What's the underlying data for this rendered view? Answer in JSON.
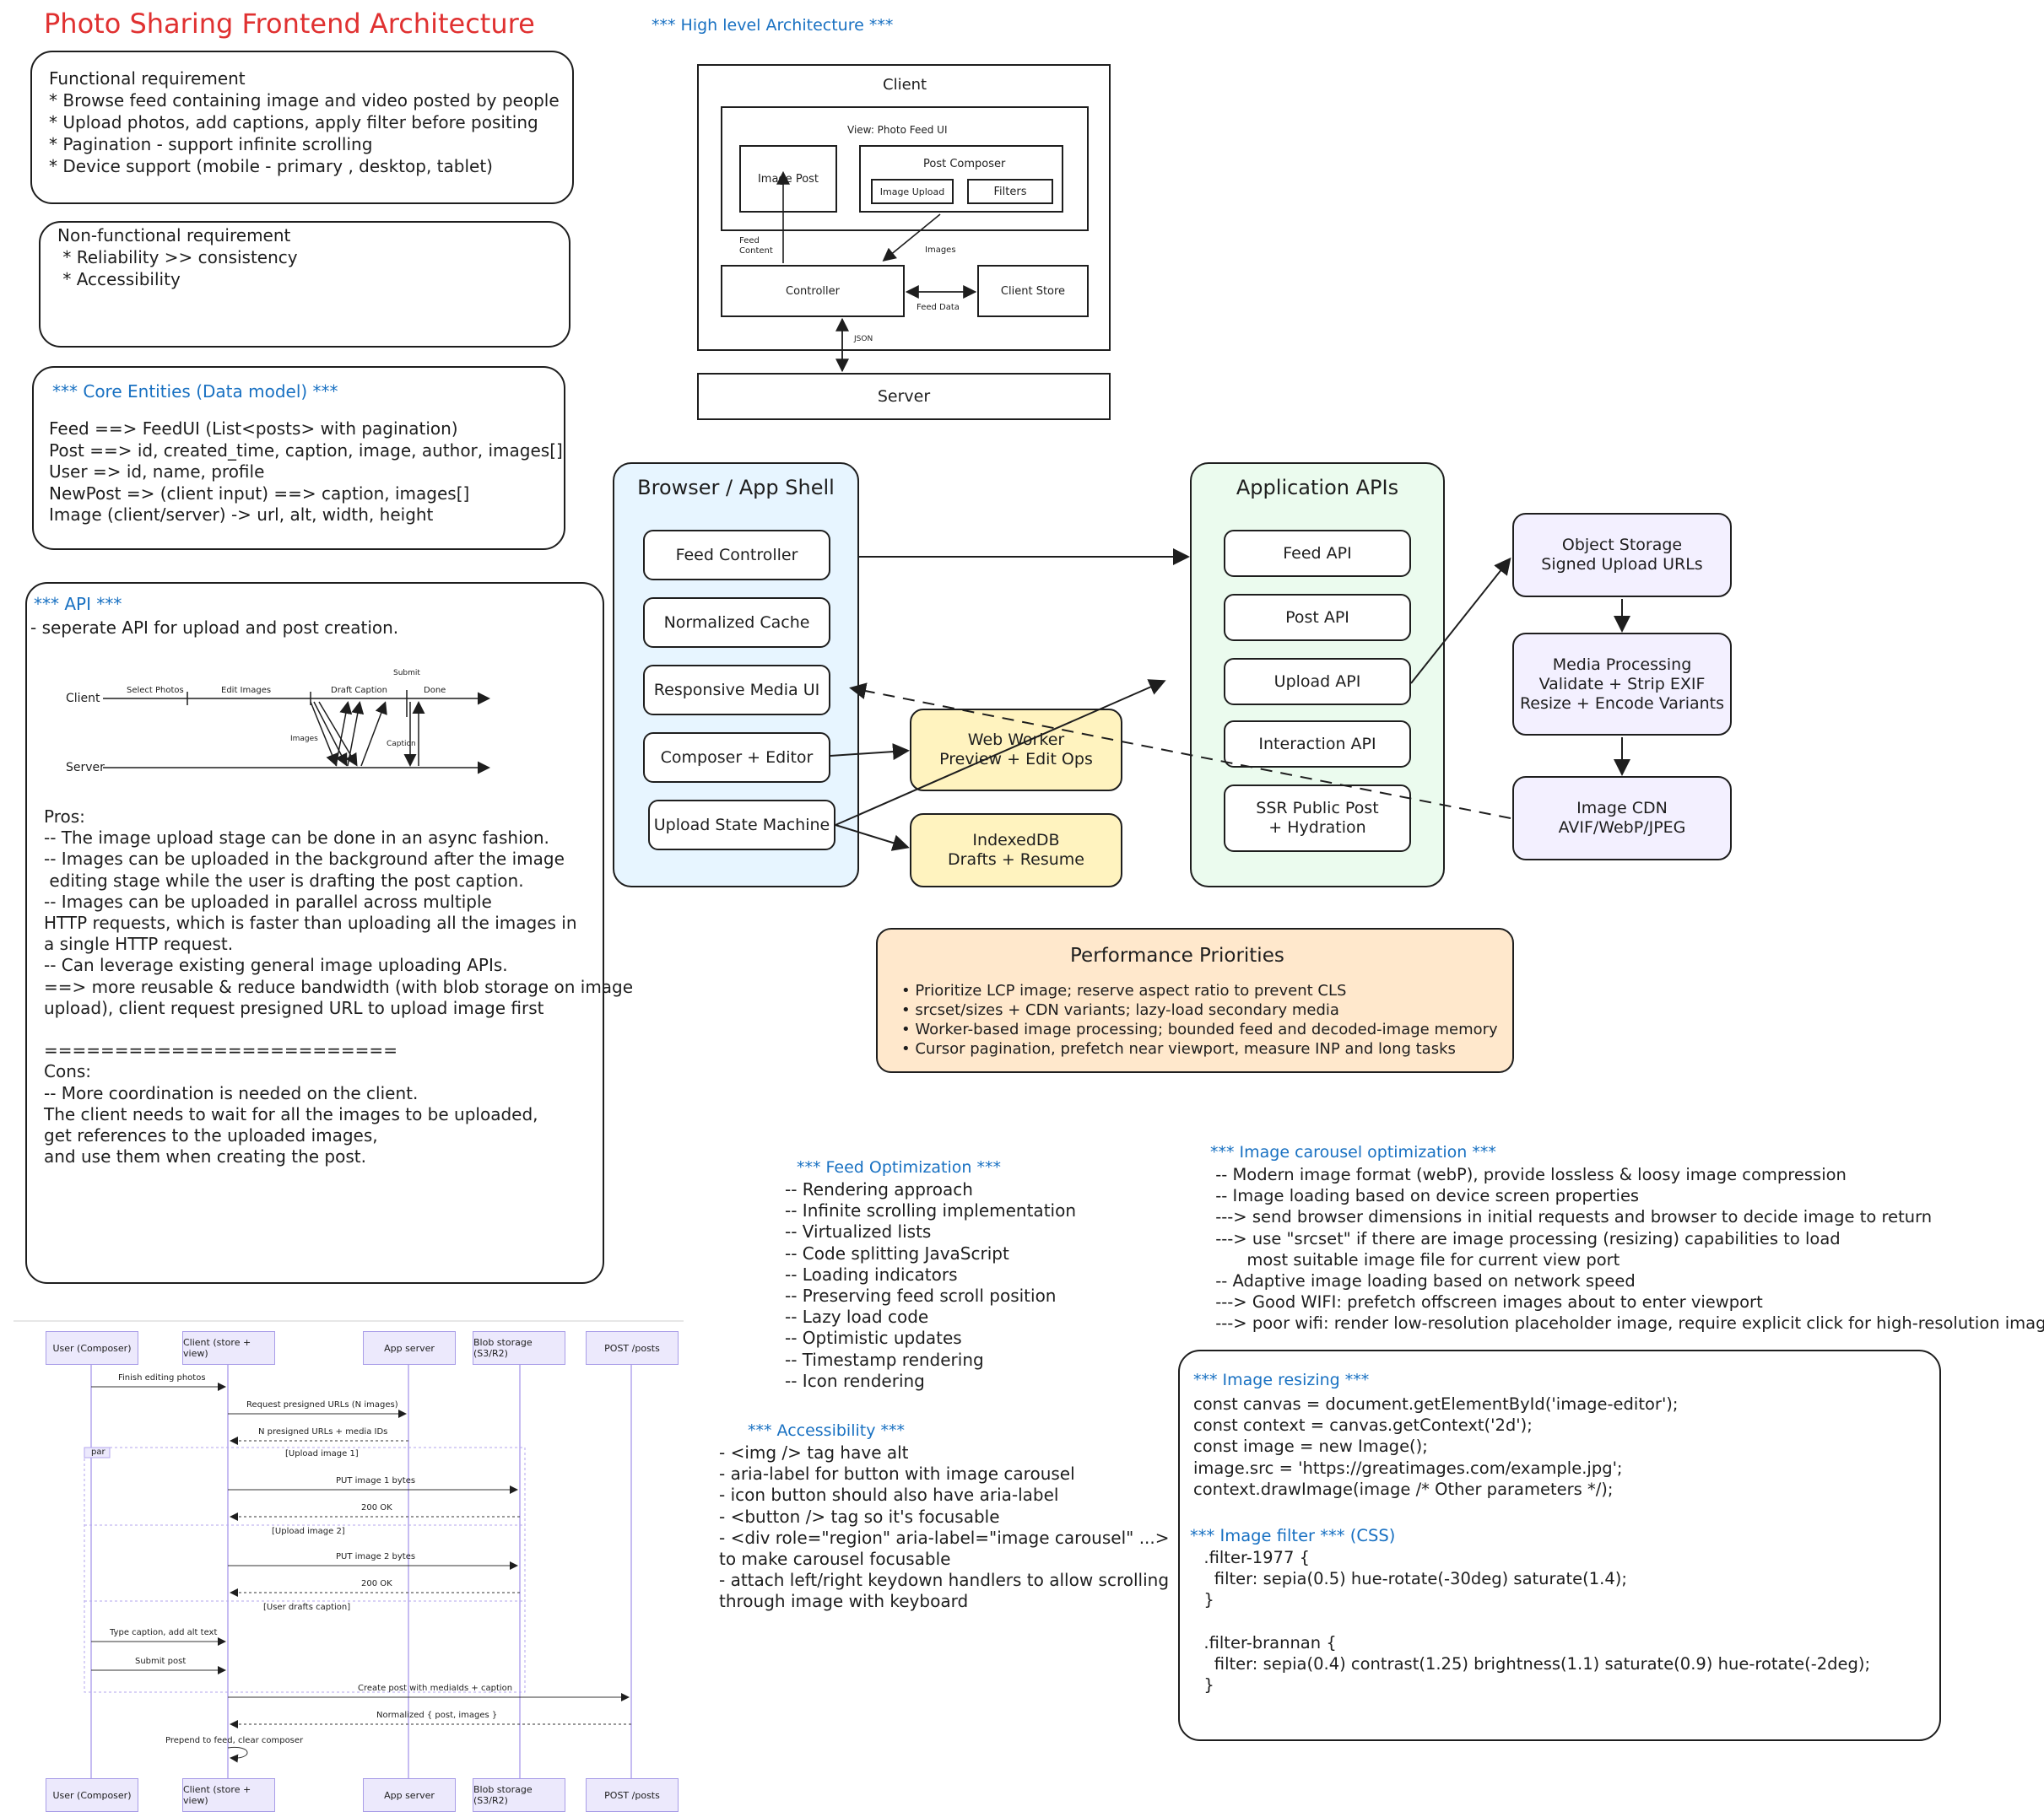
{
  "title": "Photo Sharing Frontend Architecture",
  "functional": {
    "lines": [
      "Functional requirement",
      "* Browse feed containing image and video posted by people",
      "* Upload photos, add captions, apply filter before positing",
      "* Pagination - support infinite scrolling",
      "* Device support (mobile - primary , desktop, tablet)"
    ]
  },
  "nonfunctional": {
    "lines": [
      "Non-functional requirement",
      " * Reliability >> consistency",
      " * Accessibility"
    ]
  },
  "entities": {
    "heading": "*** Core Entities (Data model) ***",
    "lines": [
      "Feed ==> FeedUI (List<posts> with pagination)",
      "Post ==> id, created_time, caption, image, author, images[]",
      "User => id, name, profile",
      "NewPost => (client input) ==> caption, images[]",
      "Image (client/server) -> url, alt, width, height"
    ]
  },
  "api": {
    "heading": "*** API ***",
    "subtitle": "- seperate API for upload and post creation.",
    "timeline": {
      "client": "Client",
      "server": "Server",
      "select": "Select Photos",
      "edit": "Edit Images",
      "draft": "Draft Caption",
      "submit": "Submit",
      "done": "Done",
      "images": "Images",
      "caption": "Caption"
    },
    "pros": [
      "Pros:",
      "-- The image upload stage can be done in an async fashion.",
      "-- Images can be uploaded in the background after the image",
      " editing stage while the user is drafting the post caption.",
      "-- Images can be uploaded in parallel across multiple",
      "HTTP requests, which is faster than uploading all the images in",
      "a single HTTP request.",
      "-- Can leverage existing general image uploading APIs.",
      "==> more reusable & reduce bandwidth (with blob storage on image",
      "upload), client request presigned URL to upload image first",
      "",
      "=========================",
      "Cons:",
      "-- More coordination is needed on the client.",
      "The client needs to wait for all the images to be uploaded,",
      "get references to the uploaded images,",
      "and use them when creating the post."
    ]
  },
  "high_level": {
    "heading": "*** High level Architecture ***",
    "client": "Client",
    "view": "View: Photo Feed UI",
    "image_post": "Image Post",
    "post_composer": "Post Composer",
    "image_upload": "Image Upload",
    "filters": "Filters",
    "feed_content": "Feed\nContent",
    "images": "Images",
    "controller": "Controller",
    "feed_data": "Feed Data",
    "client_store": "Client Store",
    "json": "JSON",
    "server": "Server"
  },
  "arch": {
    "shell_title": "Browser / App Shell",
    "shell_items": [
      "Feed Controller",
      "Normalized Cache",
      "Responsive Media UI",
      "Composer + Editor",
      "Upload State Machine"
    ],
    "worker": "Web Worker\nPreview + Edit Ops",
    "indexeddb": "IndexedDB\nDrafts + Resume",
    "apis_title": "Application APIs",
    "api_items": [
      "Feed API",
      "Post API",
      "Upload API",
      "Interaction API",
      "SSR Public Post\n+ Hydration"
    ],
    "object_storage": "Object Storage\nSigned Upload URLs",
    "media_processing": "Media Processing\nValidate + Strip EXIF\nResize + Encode Variants",
    "cdn": "Image CDN\nAVIF/WebP/JPEG"
  },
  "performance": {
    "title": "Performance Priorities",
    "items": [
      "• Prioritize LCP image; reserve aspect ratio to prevent CLS",
      "• srcset/sizes + CDN variants; lazy-load secondary media",
      "• Worker-based image processing; bounded feed and decoded-image memory",
      "• Cursor pagination, prefetch near viewport, measure INP and long tasks"
    ]
  },
  "feed_opt": {
    "heading": "*** Feed Optimization ***",
    "lines": [
      "-- Rendering approach",
      "-- Infinite scrolling implementation",
      "-- Virtualized lists",
      "-- Code splitting JavaScript",
      "-- Loading indicators",
      "-- Preserving feed scroll position",
      "-- Lazy load code",
      "-- Optimistic updates",
      "-- Timestamp rendering",
      "-- Icon rendering"
    ]
  },
  "accessibility": {
    "heading": "*** Accessibility ***",
    "lines": [
      "- <img /> tag have alt",
      "- aria-label for button with image carousel",
      "- icon button should also have aria-label",
      "- <button /> tag so it's focusable",
      "- <div role=\"region\" aria-label=\"image carousel\" ...>",
      "to make carousel focusable",
      "- attach left/right keydown handlers to allow scrolling",
      "through image with keyboard"
    ]
  },
  "carousel": {
    "heading": "*** Image carousel optimization ***",
    "lines": [
      " -- Modern image format (webP), provide lossless & loosy image compression",
      " -- Image loading based on device screen properties",
      " ---> send browser dimensions in initial requests and browser to decide image to return",
      " ---> use \"srcset\" if there are image processing (resizing) capabilities to load",
      "       most suitable image file for current view port",
      " -- Adaptive image loading based on network speed",
      " ---> Good WIFI: prefetch offscreen images about to enter viewport",
      " ---> poor wifi: render low-resolution placeholder image, require explicit click for high-resolution images"
    ]
  },
  "resizing": {
    "heading": "*** Image resizing ***",
    "code": [
      "const canvas = document.getElementById('image-editor');",
      "const context = canvas.getContext('2d');",
      "const image = new Image();",
      "image.src = 'https://greatimages.com/example.jpg';",
      "context.drawImage(image /* Other parameters */);"
    ],
    "filter_heading": "*** Image filter ***",
    "filter_suffix": " (CSS)",
    "filter_code": [
      "  .filter-1977 {",
      "    filter: sepia(0.5) hue-rotate(-30deg) saturate(1.4);",
      "  }",
      "",
      "  .filter-brannan {",
      "    filter: sepia(0.4) contrast(1.25) brightness(1.1) saturate(0.9) hue-rotate(-2deg);",
      "  }"
    ]
  },
  "sequence": {
    "actors": [
      "User (Composer)",
      "Client (store + view)",
      "App server",
      "Blob storage (S3/R2)",
      "POST /posts"
    ],
    "par": "par",
    "messages": {
      "m1": "Finish editing photos",
      "m2": "Request presigned URLs (N images)",
      "m3": "N presigned URLs + media IDs",
      "g1": "[Upload image 1]",
      "m4": "PUT image 1 bytes",
      "m5": "200 OK",
      "g2": "[Upload image 2]",
      "m6": "PUT image 2 bytes",
      "m7": "200 OK",
      "g3": "[User drafts caption]",
      "m8": "Type caption, add alt text",
      "m9": "Submit post",
      "m10": "Create post with mediaIds + caption",
      "m11": "Normalized { post, images }",
      "m12": "Prepend to feed, clear composer"
    }
  },
  "colors": {
    "red": "#e03131",
    "blue": "#1971c2",
    "shell_bg": "#e7f5ff",
    "apis_bg": "#ebfbee",
    "purple_bg": "#f3f0ff",
    "yellow_bg": "#fff3bf",
    "orange_bg": "#ffe8cc",
    "seq_actor": "#ece9fc"
  }
}
